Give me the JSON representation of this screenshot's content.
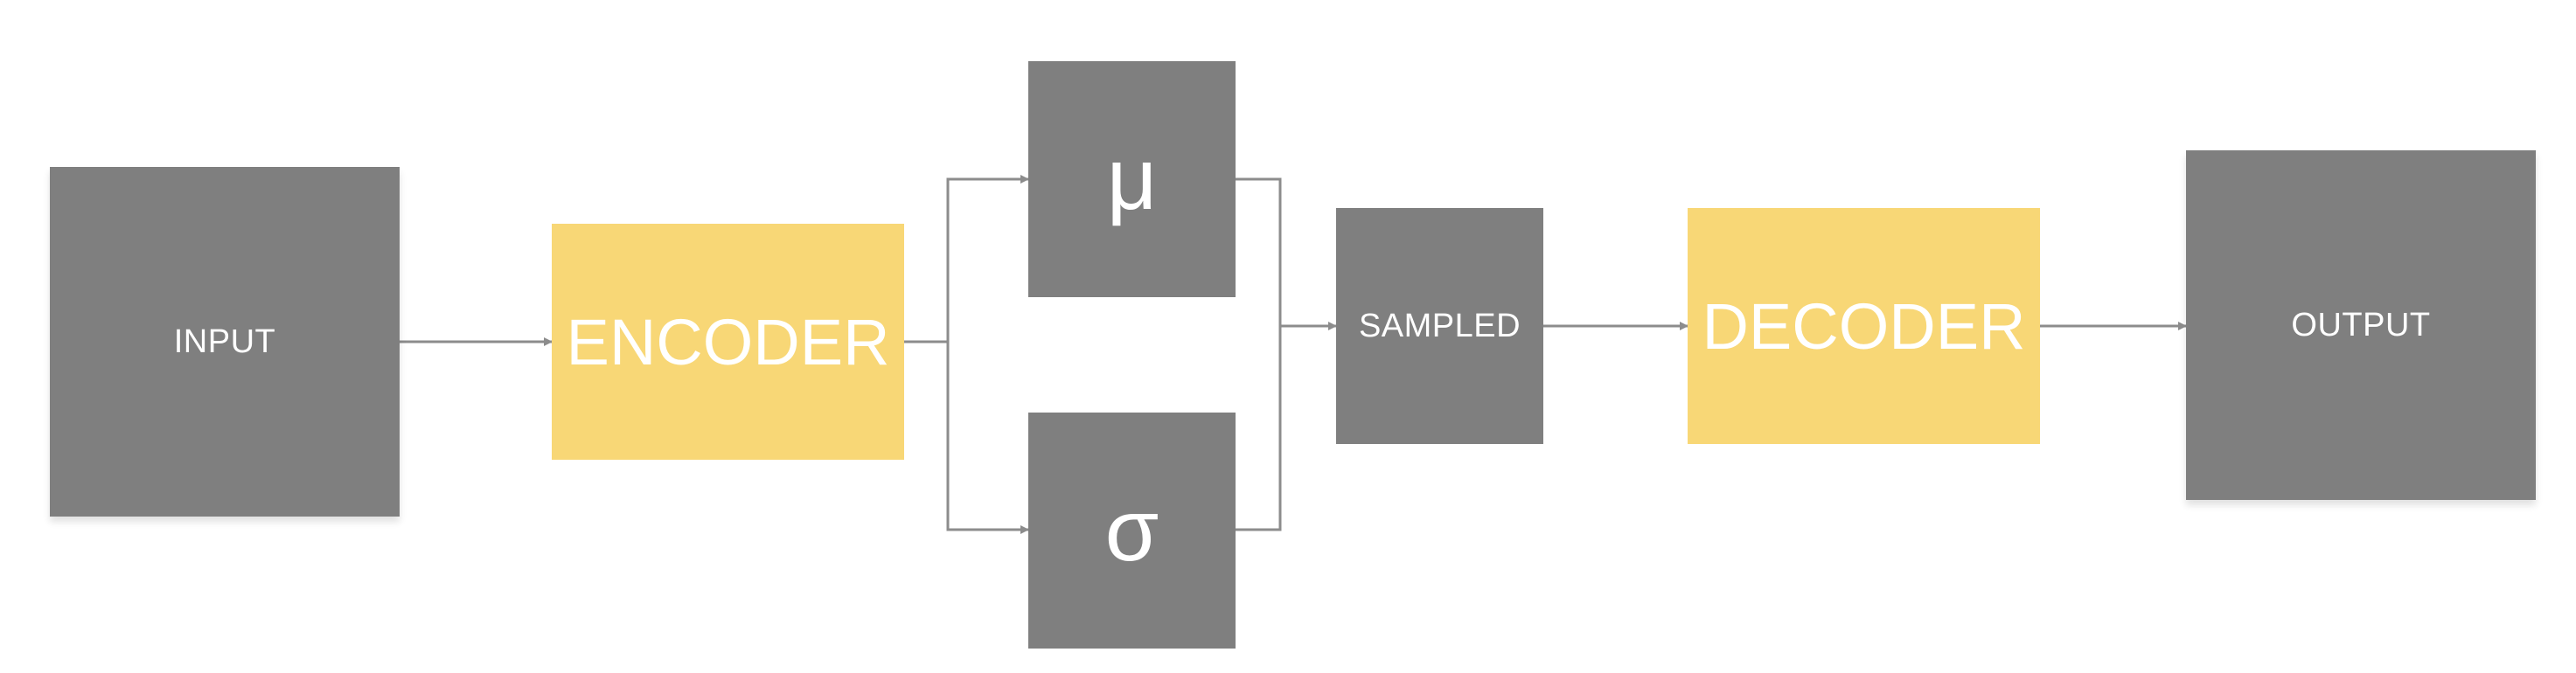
{
  "diagram": {
    "nodes": {
      "input": {
        "label": "INPUT"
      },
      "encoder": {
        "label": "ENCODER"
      },
      "mu": {
        "label": "μ"
      },
      "sigma": {
        "label": "σ"
      },
      "sampled": {
        "label": "SAMPLED"
      },
      "decoder": {
        "label": "DECODER"
      },
      "output": {
        "label": "OUTPUT"
      }
    },
    "edges": [
      {
        "from": "input",
        "to": "encoder"
      },
      {
        "from": "encoder",
        "to": "mu"
      },
      {
        "from": "encoder",
        "to": "sigma"
      },
      {
        "from": "mu",
        "to": "sampled"
      },
      {
        "from": "sigma",
        "to": "sampled"
      },
      {
        "from": "sampled",
        "to": "decoder"
      },
      {
        "from": "decoder",
        "to": "output"
      }
    ],
    "colors": {
      "node_gray": "#7f7f7f",
      "node_yellow": "#f8d776",
      "connector": "#8c8c8c",
      "text": "#ffffff"
    }
  }
}
